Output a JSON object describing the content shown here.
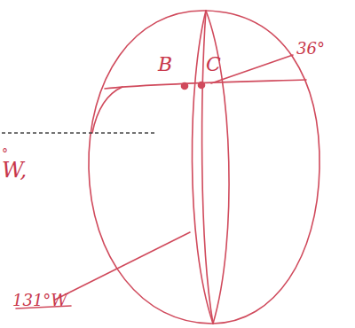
{
  "diagram": {
    "labels": [
      "B",
      "C",
      "36°",
      "131°W",
      "°",
      "W,"
    ]
  }
}
